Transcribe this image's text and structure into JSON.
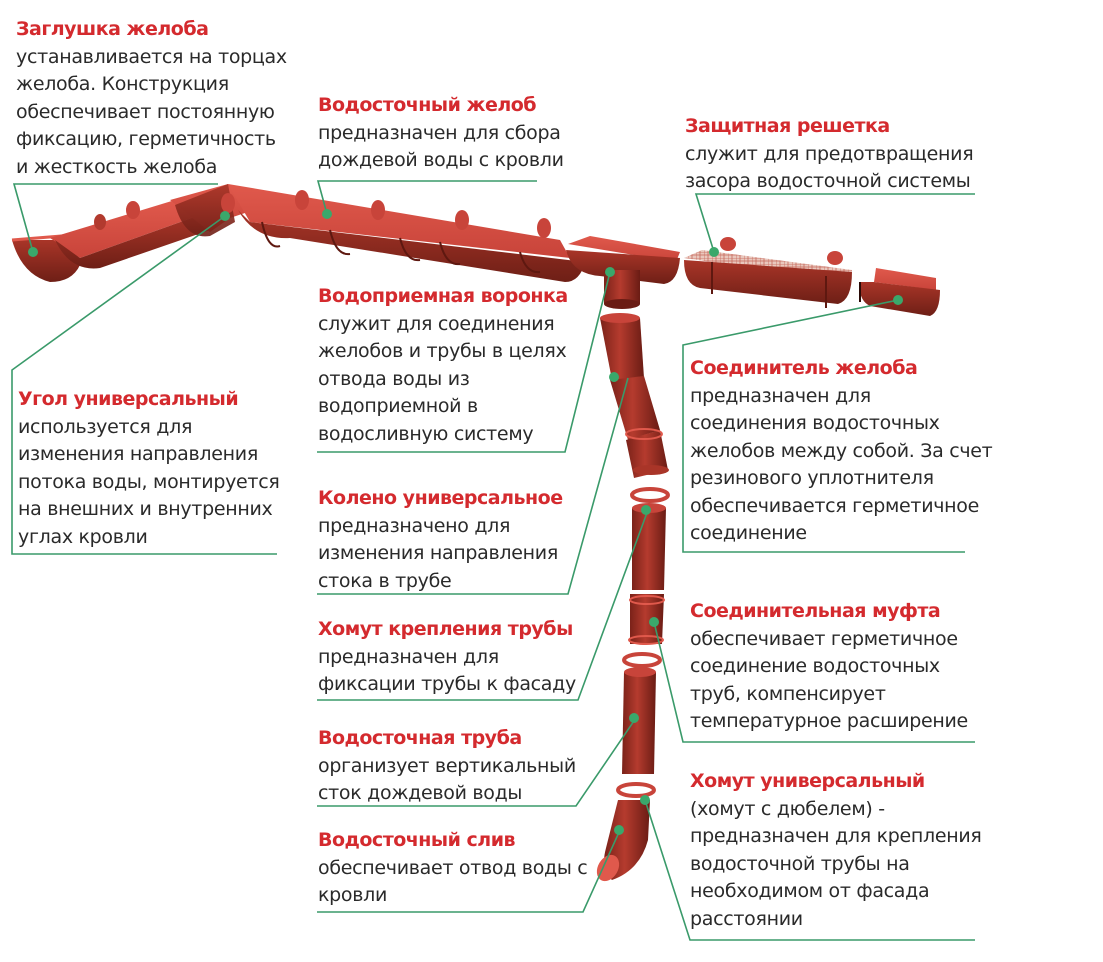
{
  "colors": {
    "title": "#d42a2e",
    "text": "#2a2a2a",
    "leader": "#3a9a6a",
    "dot": "#3aa86b",
    "part_light": "#d9544a",
    "part_mid": "#b23a2e",
    "part_dark": "#7e2219"
  },
  "callouts": [
    {
      "id": "gutter-end-cap",
      "title": "Заглушка желоба",
      "lines": [
        "устанавливается на торцах",
        "желоба. Конструкция",
        "обеспечивает постоянную",
        "фиксацию, герметичность",
        "и жесткость желоба"
      ]
    },
    {
      "id": "gutter",
      "title": "Водосточный желоб",
      "lines": [
        "предназначен для сбора",
        "дождевой воды с кровли"
      ]
    },
    {
      "id": "leaf-guard",
      "title": "Защитная решетка",
      "lines": [
        "служит для предотвращения",
        "засора водосточной системы"
      ]
    },
    {
      "id": "funnel",
      "title": "Водоприемная воронка",
      "lines": [
        "служит для соединения",
        "желобов и трубы в целях",
        "отвода воды из",
        "водоприемной в",
        "водосливную систему"
      ]
    },
    {
      "id": "universal-corner",
      "title": "Угол универсальный",
      "lines": [
        "используется для",
        "изменения направления",
        "потока воды, монтируется",
        "на внешних и внутренних",
        "углах кровли"
      ]
    },
    {
      "id": "gutter-connector",
      "title": "Соединитель желоба",
      "lines": [
        "предназначен для",
        "соединения водосточных",
        "желобов между собой. За счет",
        "резинового уплотнителя",
        "обеспечивается герметичное",
        "соединение"
      ]
    },
    {
      "id": "universal-elbow",
      "title": "Колено универсальное",
      "lines": [
        "предназначено для",
        "изменения направления",
        "стока в трубе"
      ]
    },
    {
      "id": "pipe-bracket",
      "title": "Хомут крепления трубы",
      "lines": [
        "предназначен для",
        "фиксации трубы к фасаду"
      ]
    },
    {
      "id": "coupling",
      "title": "Соединительная муфта",
      "lines": [
        "обеспечивает герметичное",
        "соединение водосточных",
        "труб, компенсирует",
        "температурное расширение"
      ]
    },
    {
      "id": "downpipe",
      "title": "Водосточная труба",
      "lines": [
        "организует вертикальный",
        "сток дождевой воды"
      ]
    },
    {
      "id": "universal-clamp",
      "title": "Хомут универсальный",
      "lines": [
        "(хомут с дюбелем) -",
        "предназначен для крепления",
        "водосточной трубы на",
        "необходимом от фасада",
        "расстоянии"
      ]
    },
    {
      "id": "outlet",
      "title": "Водосточный слив",
      "lines": [
        "обеспечивает отвод воды с",
        "кровли"
      ]
    }
  ]
}
